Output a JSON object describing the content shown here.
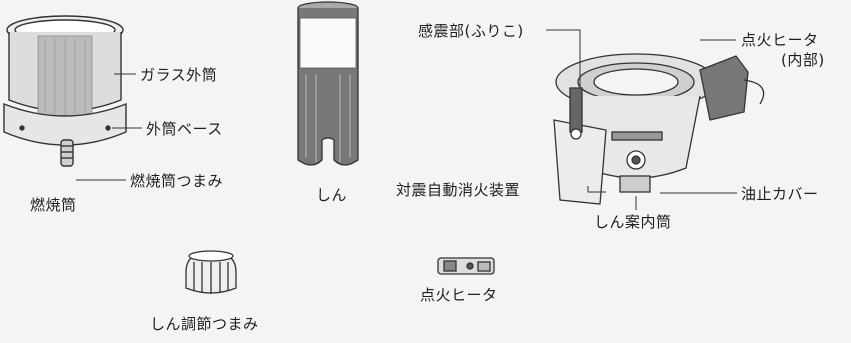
{
  "labels": {
    "glass_outer_cylinder": "ガラス外筒",
    "outer_cylinder_base": "外筒ベース",
    "combustion_cylinder_knob": "燃焼筒つまみ",
    "combustion_cylinder": "燃焼筒",
    "wick": "しん",
    "wick_adjust_knob": "しん調節つまみ",
    "seismic_sensor": "感震部(ふりこ)",
    "igniter_heater_internal": "点火ヒータ",
    "internal_note": "(内部)",
    "anti_quake_extinguisher": "対震自動消火装置",
    "oil_stop_cover": "油止カバー",
    "wick_guide_cylinder": "しん案内筒",
    "igniter_heater_part": "点火ヒータ"
  }
}
